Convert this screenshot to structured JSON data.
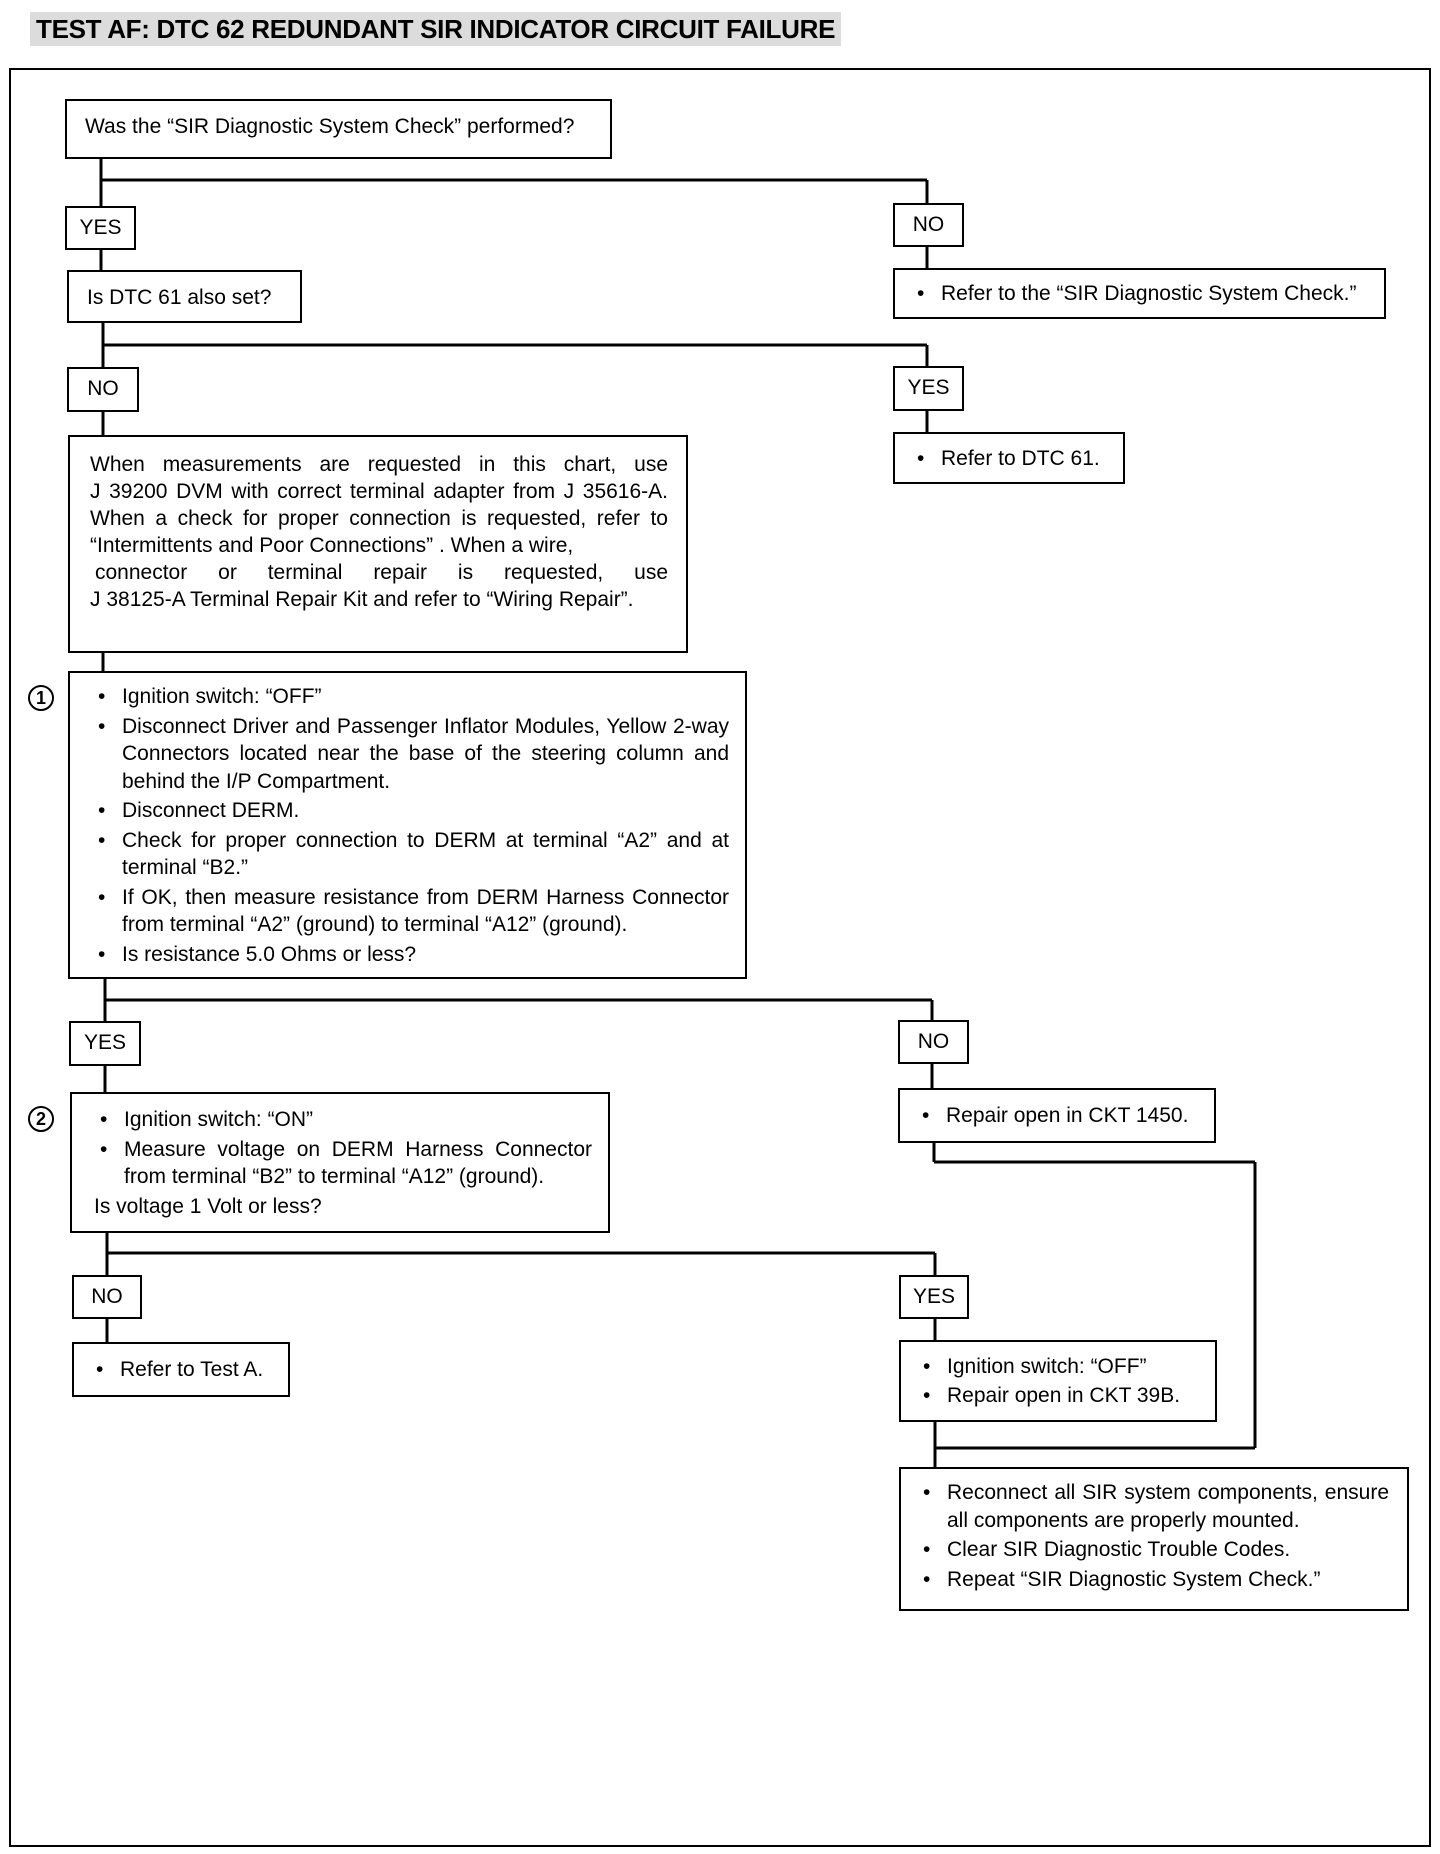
{
  "title": "TEST AF:  DTC 62 REDUNDANT SIR INDICATOR CIRCUIT FAILURE",
  "q1": "Was the “SIR Diagnostic System Check” performed?",
  "yes1": "YES",
  "no1": "NO",
  "r1": "Refer to the “SIR Diagnostic System Check.”",
  "q2": "Is DTC 61 also set?",
  "no2": "NO",
  "yes2": "YES",
  "r2": "Refer to DTC 61.",
  "note": [
    "When measurements are requested in this chart, use",
    "J 39200 DVM with correct terminal adapter from J 35616-A.",
    "When a check for proper connection is requested, refer to",
    "“Intermittents and Poor Connections” . When a wire,",
    "connector or terminal repair is requested, use",
    "J 38125-A Terminal Repair Kit and refer to “Wiring Repair”."
  ],
  "step1_marker": "1",
  "step1": [
    "Ignition switch:  “OFF”",
    "Disconnect Driver and Passenger Inflator Modules, Yellow 2-way Connectors located near the base of the steering column and behind the I/P Compartment.",
    "Disconnect DERM.",
    "Check for proper connection to DERM at terminal “A2” and at terminal “B2.”",
    "If OK, then measure resistance from DERM Harness Connector from terminal “A2” (ground) to terminal “A12” (ground).",
    "Is resistance 5.0 Ohms or less?"
  ],
  "yes3": "YES",
  "no3": "NO",
  "r3": "Repair open in CKT 1450.",
  "step2_marker": "2",
  "step2": [
    "Ignition switch:  “ON”",
    "Measure voltage on DERM Harness Connector from terminal “B2” to terminal “A12” (ground)."
  ],
  "step2_question": "Is voltage 1 Volt or less?",
  "no4": "NO",
  "yes4": "YES",
  "r4": "Refer to Test A.",
  "r5": [
    "Ignition switch:  “OFF”",
    "Repair open in CKT 39B."
  ],
  "final": [
    "Reconnect all SIR system components, ensure all components are properly mounted.",
    "Clear SIR Diagnostic Trouble Codes.",
    "Repeat “SIR Diagnostic System Check.”"
  ]
}
